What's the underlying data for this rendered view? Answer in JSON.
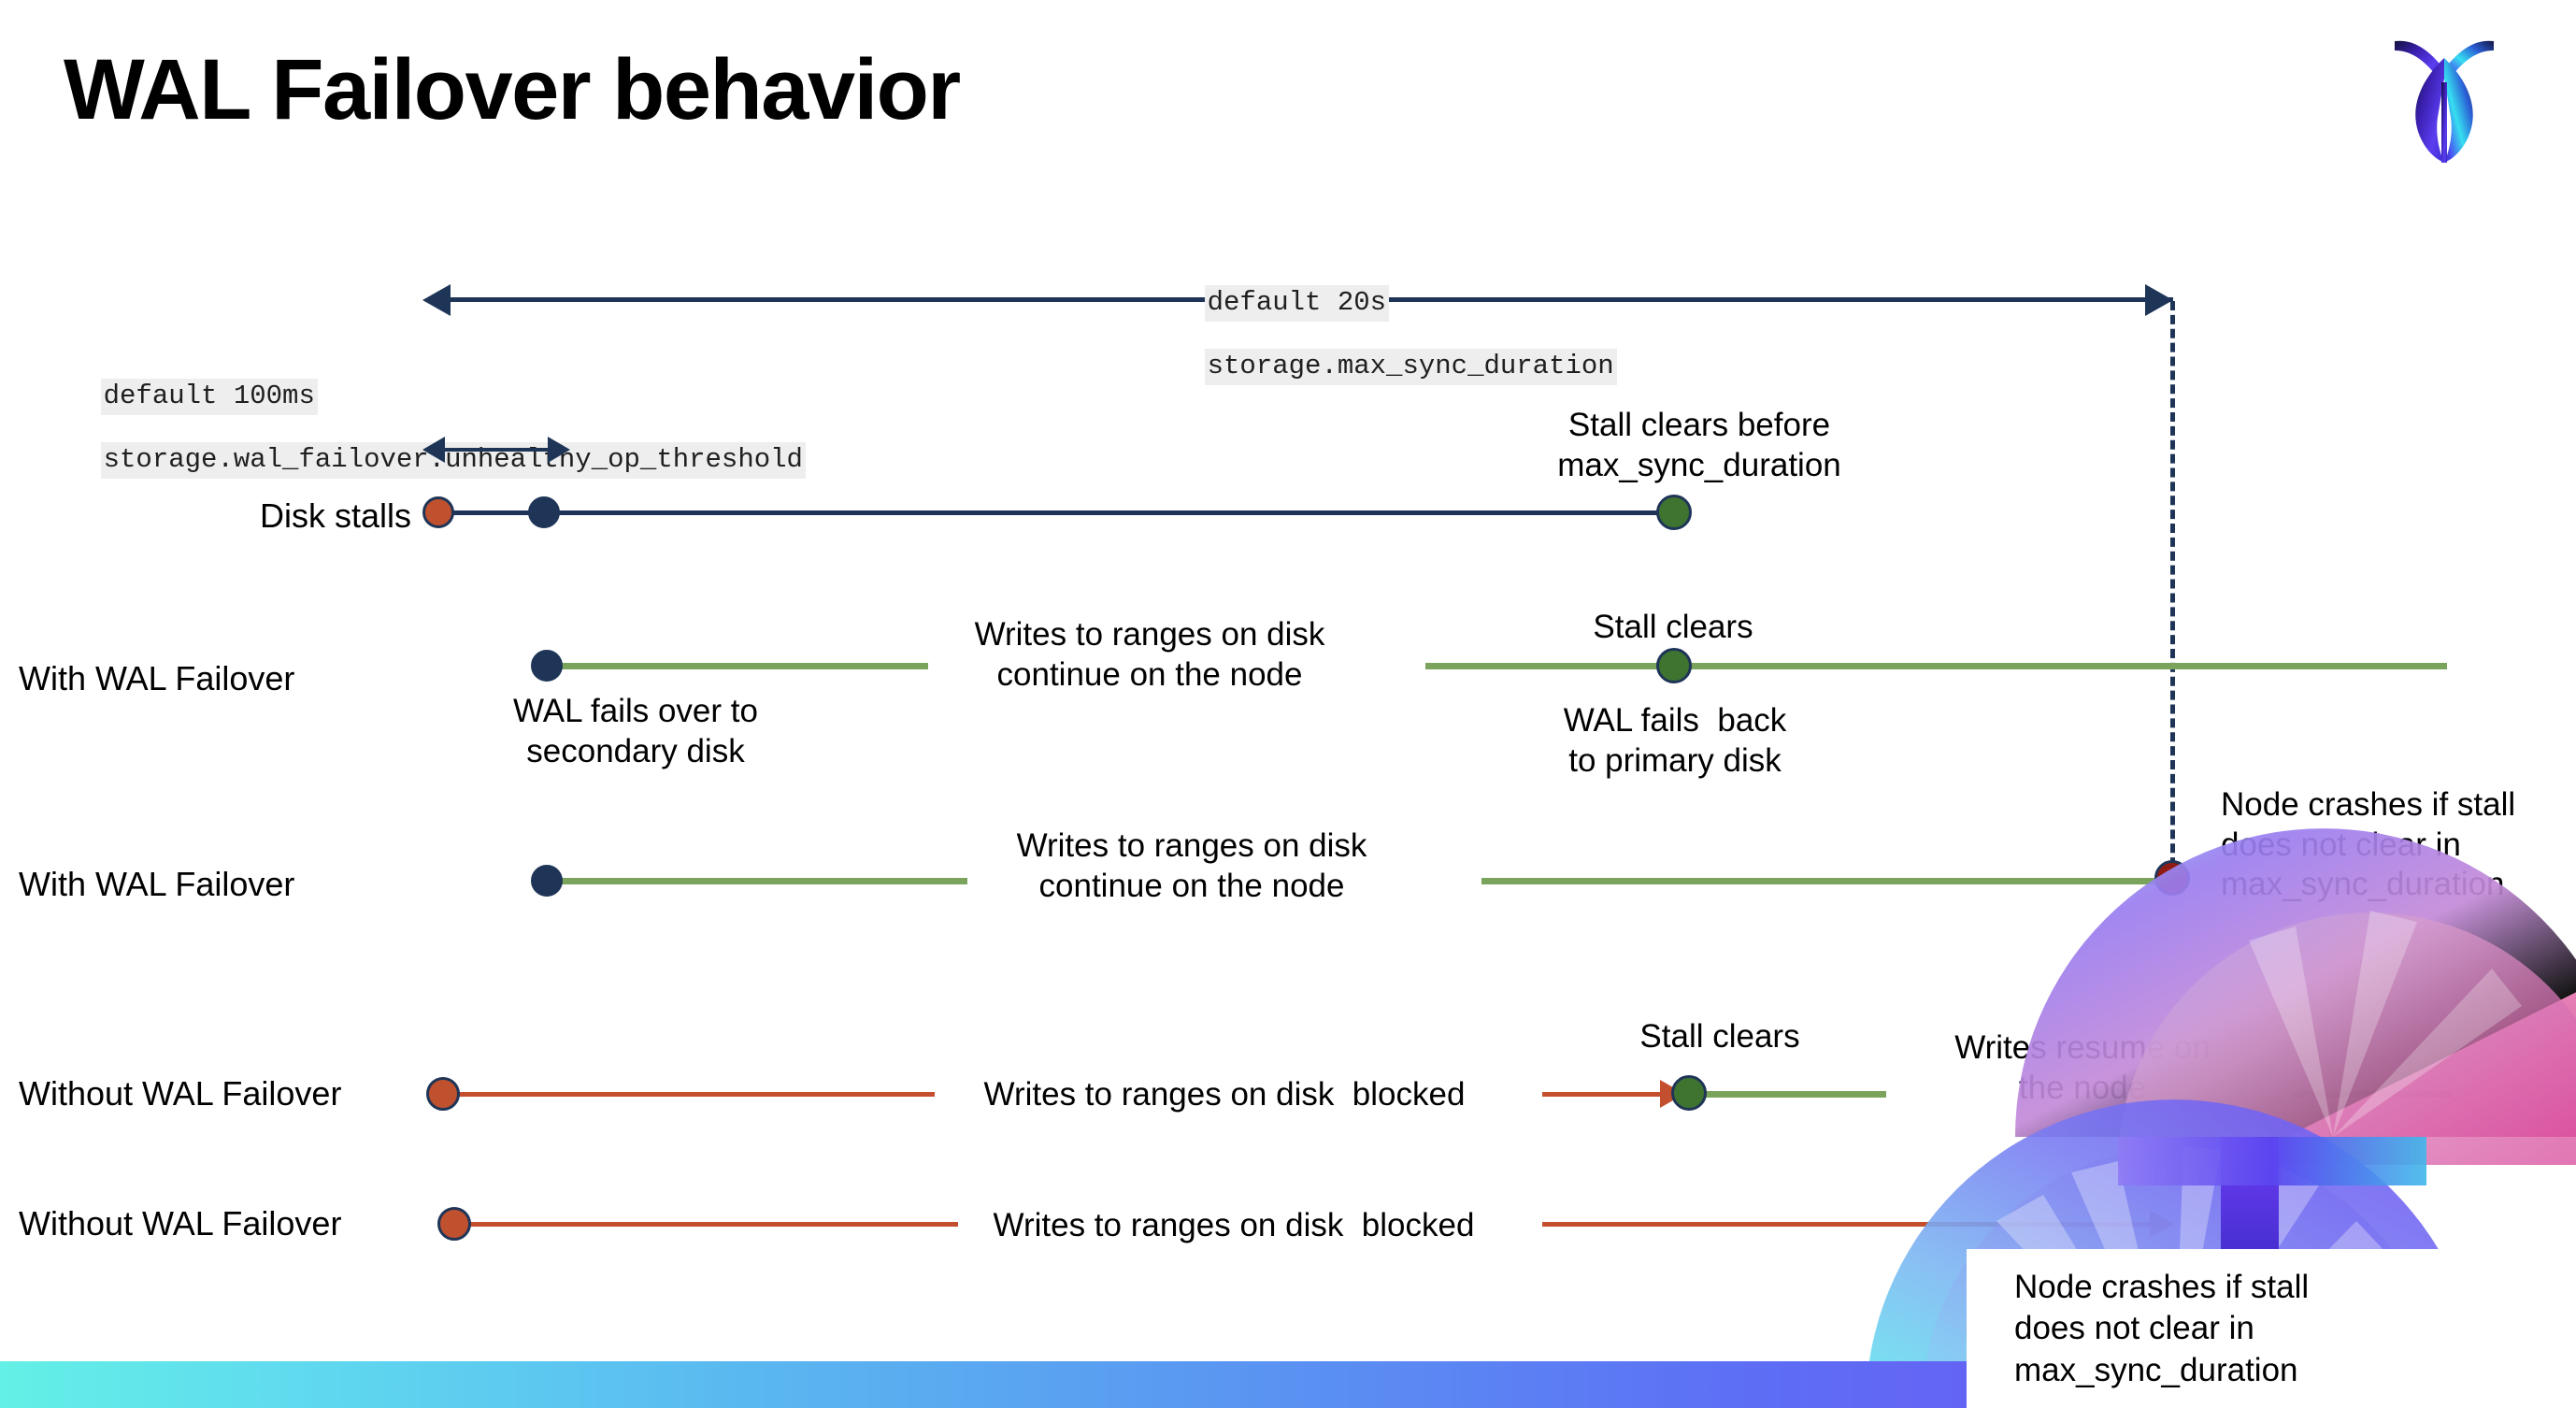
{
  "slide": {
    "title": "WAL Failover behavior",
    "logo_name": "cockroachdb-logo"
  },
  "annotations": {
    "max_sync": {
      "line1": "default 20s",
      "line2": "storage.max_sync_duration"
    },
    "unhealthy_op": {
      "line1": "default 100ms",
      "line2": "storage.wal_failover.unhealthy_op_threshold"
    }
  },
  "rows": [
    {
      "key": "disk-stalls",
      "label": "Disk stalls",
      "note": "Stall clears before\nmax_sync_duration"
    },
    {
      "key": "with-wal-failover-1",
      "label": "With WAL Failover",
      "note_start": "WAL fails over to\nsecondary disk",
      "note_mid": "Writes to ranges on disk\ncontinue on the node",
      "note_end_top": "Stall clears",
      "note_end_bottom": "WAL fails  back\nto primary disk"
    },
    {
      "key": "with-wal-failover-2",
      "label": "With WAL Failover",
      "note_mid": "Writes to ranges on disk\ncontinue on the node",
      "note_end": "Node crashes if stall\ndoes not clear in\nmax_sync_duration"
    },
    {
      "key": "without-wal-failover-1",
      "label": "Without WAL Failover",
      "note_mid": "Writes to ranges on disk  blocked",
      "note_clear": "Stall clears",
      "note_resume": "Writes resume on\nthe node"
    },
    {
      "key": "without-wal-failover-2",
      "label": "Without WAL Failover",
      "note_mid": "Writes to ranges on disk  blocked",
      "note_crash": "Node crashes if stall\ndoes not clear in\nmax_sync_duration"
    }
  ],
  "colors": {
    "navy": "#1f3557",
    "green_line": "#7aa35c",
    "green_dot": "#3e7430",
    "orange": "#c0512f",
    "orange_line": "#c44f2e",
    "dark_red": "#8f1b13",
    "code_bg": "#eeeeee",
    "band_start": "#63f0e6",
    "band_end": "#6d4df2"
  }
}
